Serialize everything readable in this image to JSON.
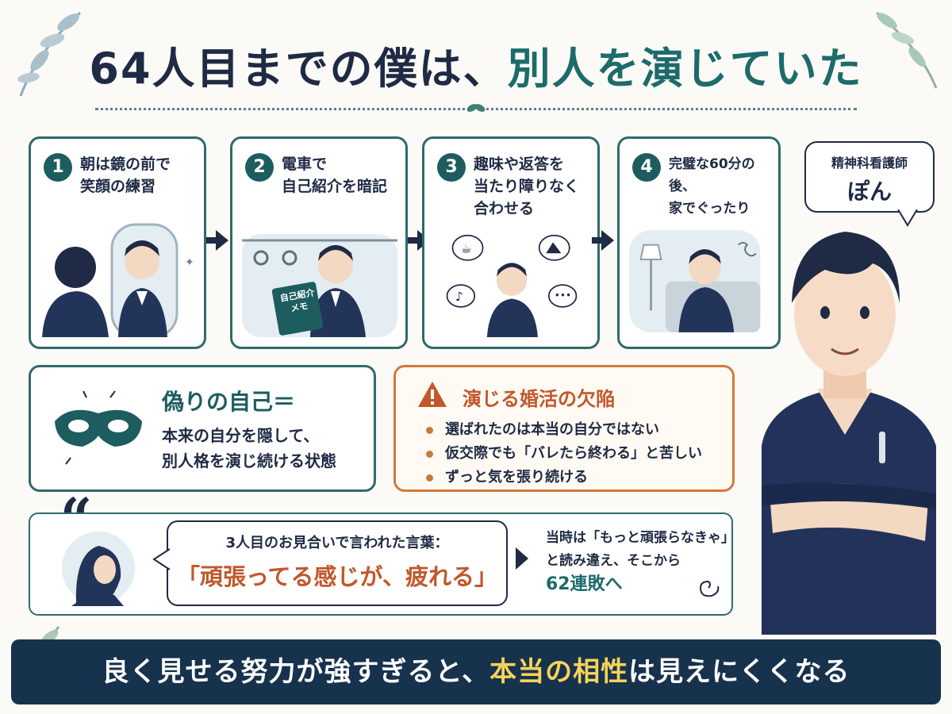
{
  "title": {
    "lead": "64人目までの僕は、",
    "accent": "別人を演じていた"
  },
  "steps": [
    {
      "number": "1",
      "text": "朝は鏡の前で\n笑顔の練習"
    },
    {
      "number": "2",
      "text": "電車で\n自己紹介を暗記",
      "memo": "自己紹介\nメモ"
    },
    {
      "number": "3",
      "text": "趣味や返答を\n当たり障りなく\n合わせる"
    },
    {
      "number": "4",
      "text": "完璧な60分の後、\n家でぐったり"
    }
  ],
  "speaker": {
    "role": "精神科看護師",
    "name": "ぽん"
  },
  "fake_self": {
    "title": "偽りの自己＝",
    "description": "本来の自分を隠して、\n別人格を演じ続ける状態"
  },
  "flaw": {
    "title": "演じる婚活の欠陥",
    "items": [
      "選ばれたのは本当の自分ではない",
      "仮交際でも「バレたら終わる」と苦しい",
      "ずっと気を張り続ける"
    ]
  },
  "quote": {
    "mark": "“",
    "intro": "3人目のお見合いで言われた言葉：",
    "text": "「頑張ってる感じが、疲れる」",
    "result_line1": "当時は「もっと頑張らなきゃ」",
    "result_line2": "と読み違え、そこから",
    "result_emph": "62連敗へ"
  },
  "banner": {
    "lead": "良く見せる努力が強すぎると、",
    "highlight": "本当の相性",
    "tail": "は見えにくくなる"
  },
  "colors": {
    "navy": "#1f2a44",
    "teal": "#1d6b6a",
    "orange": "#c0582a",
    "banner": "#17324d",
    "highlight": "#f6d35a"
  }
}
